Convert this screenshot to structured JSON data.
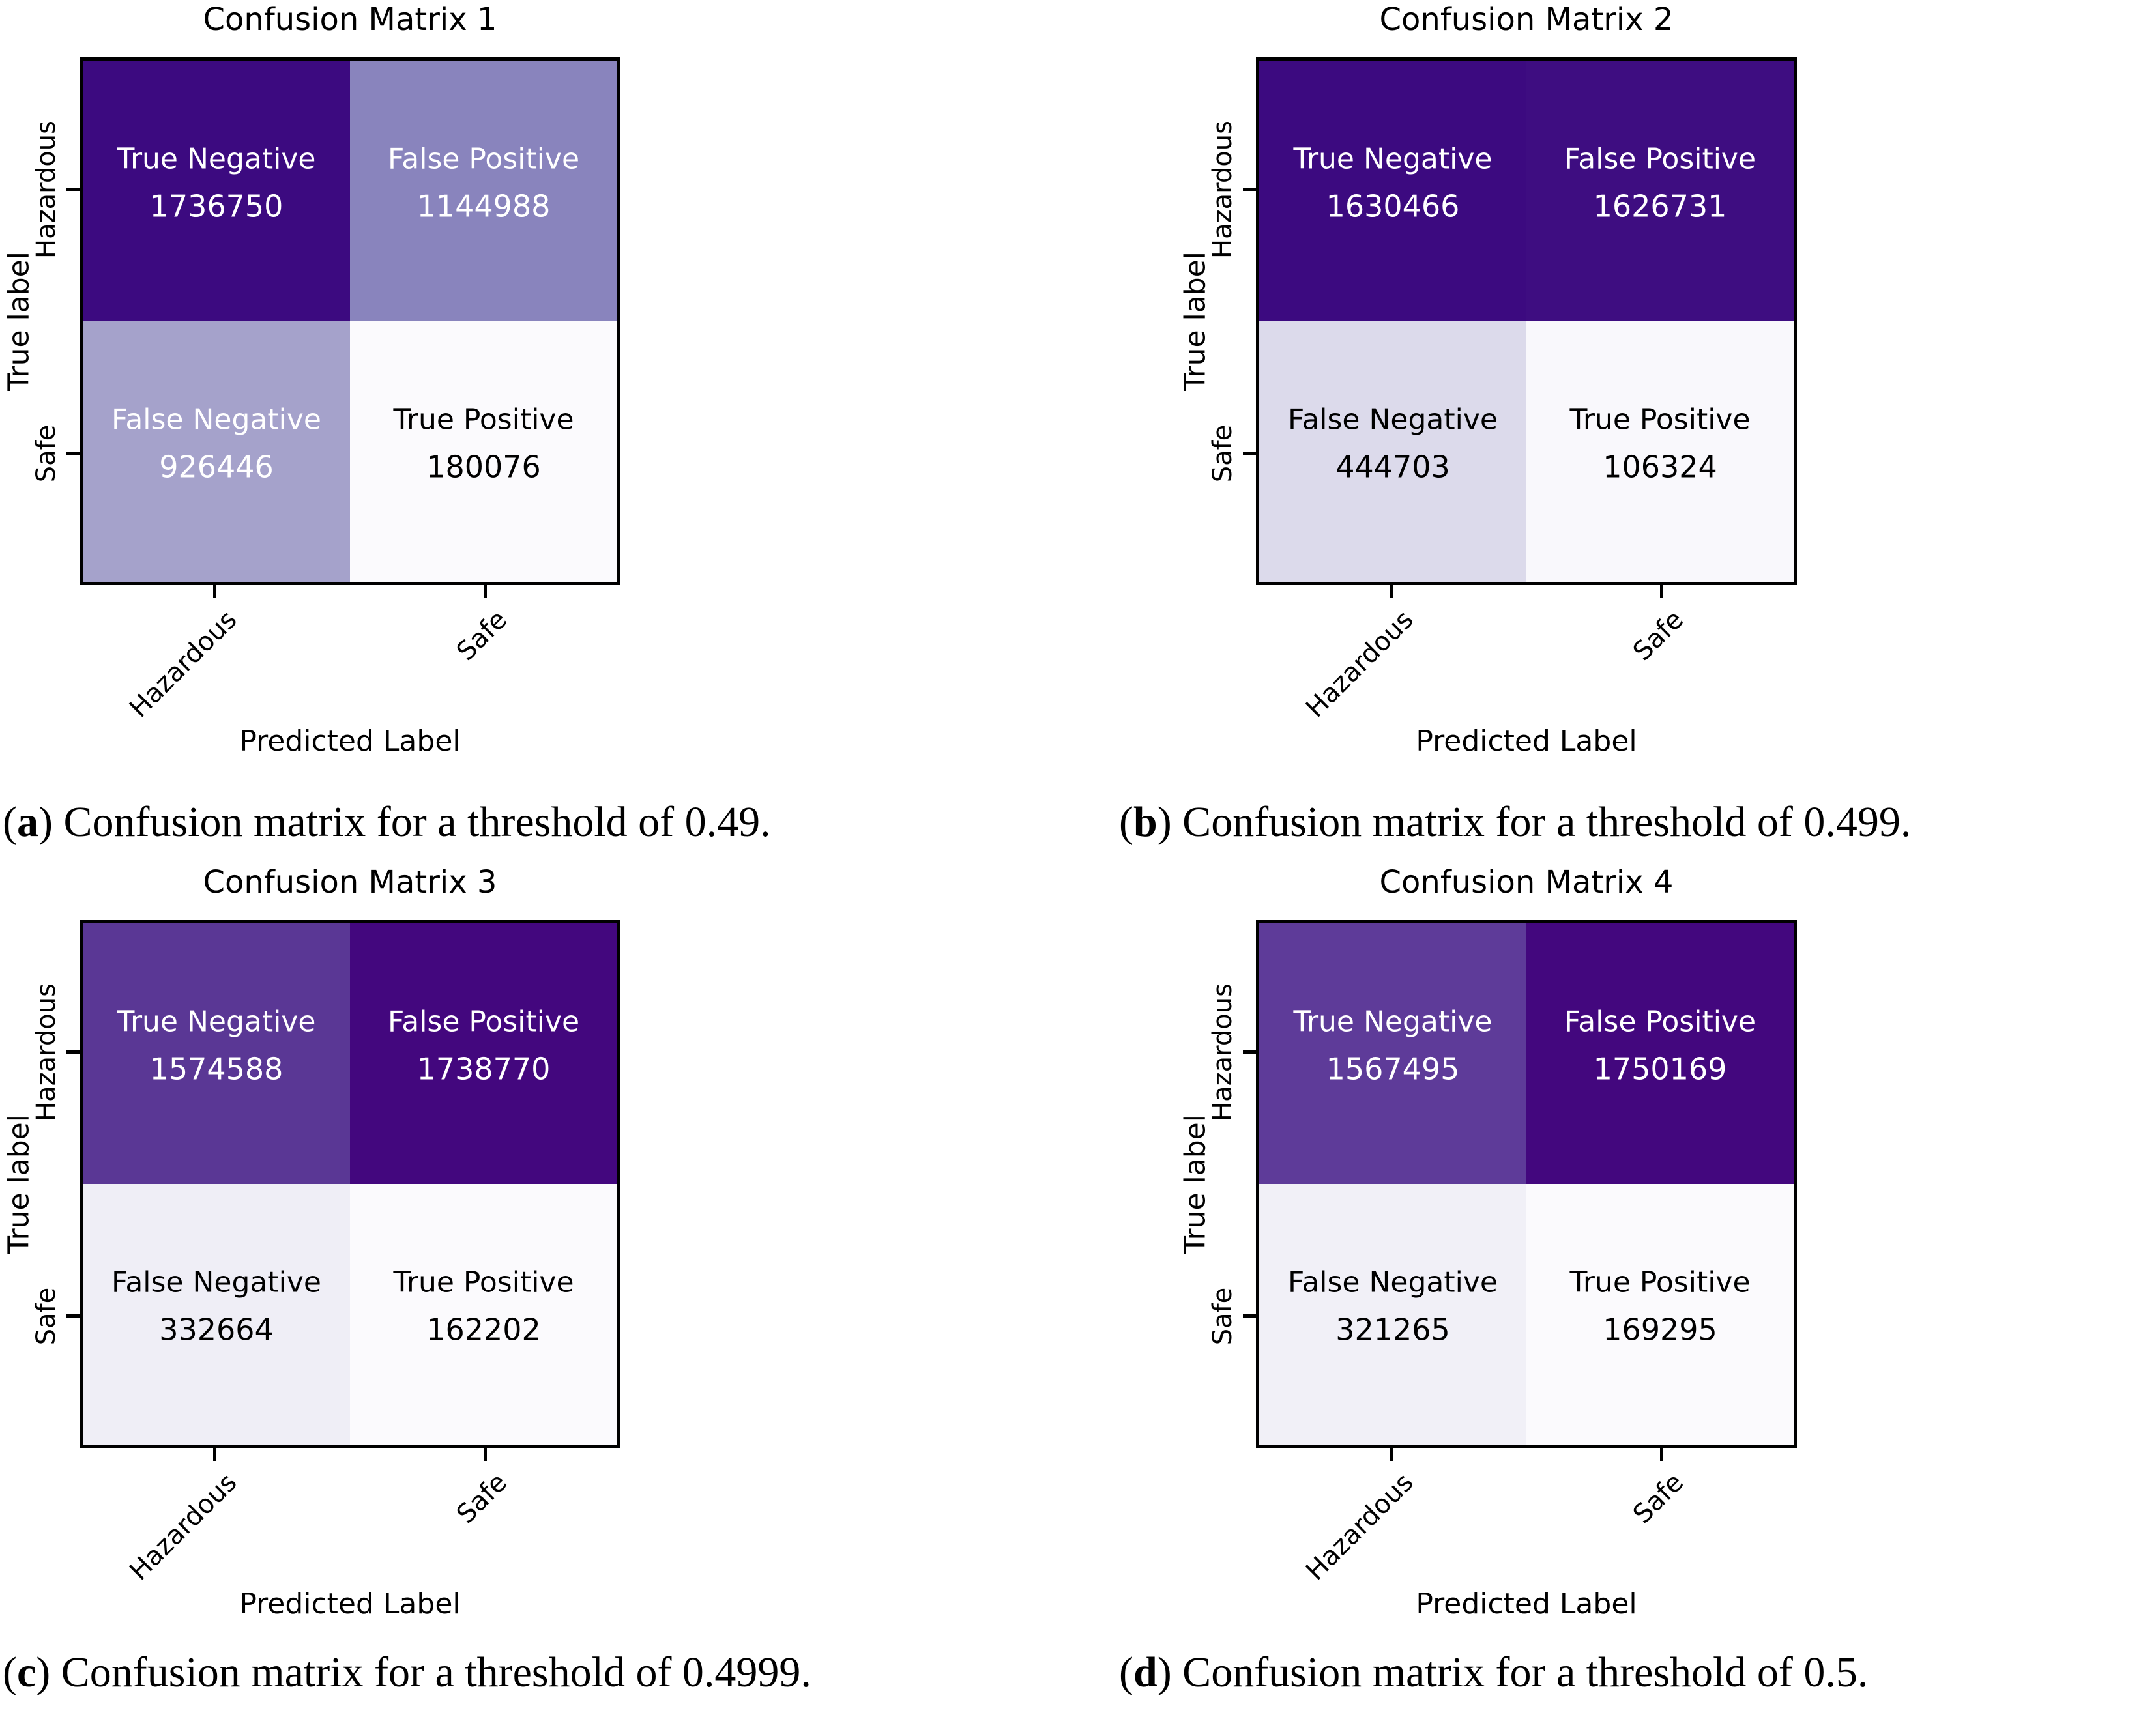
{
  "chart_data": [
    {
      "type": "heatmap",
      "title": "Confusion Matrix 1",
      "threshold": 0.49,
      "x_label": "Predicted Label",
      "y_label": "True label",
      "x_ticks": [
        "Hazardous",
        "Safe"
      ],
      "y_ticks": [
        "Hazardous",
        "Safe"
      ],
      "cell_names": [
        [
          "True Negative",
          "False Positive"
        ],
        [
          "False Negative",
          "True Positive"
        ]
      ],
      "matrix": [
        [
          1736750,
          1144988
        ],
        [
          926446,
          180076
        ]
      ],
      "caption": "(a) Confusion matrix for a threshold of 0.49."
    },
    {
      "type": "heatmap",
      "title": "Confusion Matrix 2",
      "threshold": 0.499,
      "x_label": "Predicted Label",
      "y_label": "True label",
      "x_ticks": [
        "Hazardous",
        "Safe"
      ],
      "y_ticks": [
        "Hazardous",
        "Safe"
      ],
      "cell_names": [
        [
          "True Negative",
          "False Positive"
        ],
        [
          "False Negative",
          "True Positive"
        ]
      ],
      "matrix": [
        [
          1630466,
          1626731
        ],
        [
          444703,
          106324
        ]
      ],
      "caption": "(b) Confusion matrix for a threshold of 0.499."
    },
    {
      "type": "heatmap",
      "title": "Confusion Matrix 3",
      "threshold": 0.4999,
      "x_label": "Predicted Label",
      "y_label": "True label",
      "x_ticks": [
        "Hazardous",
        "Safe"
      ],
      "y_ticks": [
        "Hazardous",
        "Safe"
      ],
      "cell_names": [
        [
          "True Negative",
          "False Positive"
        ],
        [
          "False Negative",
          "True Positive"
        ]
      ],
      "matrix": [
        [
          1574588,
          1738770
        ],
        [
          332664,
          162202
        ]
      ],
      "caption": "(c) Confusion matrix for a threshold of 0.4999."
    },
    {
      "type": "heatmap",
      "title": "Confusion Matrix 4",
      "threshold": 0.5,
      "x_label": "Predicted Label",
      "y_label": "True label",
      "x_ticks": [
        "Hazardous",
        "Safe"
      ],
      "y_ticks": [
        "Hazardous",
        "Safe"
      ],
      "cell_names": [
        [
          "True Negative",
          "False Positive"
        ],
        [
          "False Negative",
          "True Positive"
        ]
      ],
      "matrix": [
        [
          1567495,
          1750169
        ],
        [
          321265,
          169295
        ]
      ],
      "caption": "(d) Confusion matrix for a threshold of 0.5."
    }
  ],
  "panels": [
    {
      "title": "Confusion Matrix 1",
      "y_label": "True label",
      "x_label": "Predicted Label",
      "y_ticks": [
        "Hazardous",
        "Safe"
      ],
      "x_ticks": [
        "Hazardous",
        "Safe"
      ],
      "cells": [
        {
          "label": "True Negative",
          "value": "1736750",
          "bg": "#3c0a80",
          "fg": "#ffffff"
        },
        {
          "label": "False Positive",
          "value": "1144988",
          "bg": "#8984bd",
          "fg": "#ffffff"
        },
        {
          "label": "False Negative",
          "value": "926446",
          "bg": "#a5a2cb",
          "fg": "#ffffff"
        },
        {
          "label": "True Positive",
          "value": "180076",
          "bg": "#fbfafd",
          "fg": "#000000"
        }
      ],
      "caption": {
        "before": "(",
        "letter": "a",
        "after": ") Confusion matrix for a threshold of 0.49."
      }
    },
    {
      "title": "Confusion Matrix 2",
      "y_label": "True label",
      "x_label": "Predicted Label",
      "y_ticks": [
        "Hazardous",
        "Safe"
      ],
      "x_ticks": [
        "Hazardous",
        "Safe"
      ],
      "cells": [
        {
          "label": "True Negative",
          "value": "1630466",
          "bg": "#3c0a80",
          "fg": "#ffffff"
        },
        {
          "label": "False Positive",
          "value": "1626731",
          "bg": "#3e0d81",
          "fg": "#ffffff"
        },
        {
          "label": "False Negative",
          "value": "444703",
          "bg": "#dcdaeb",
          "fg": "#000000"
        },
        {
          "label": "True Positive",
          "value": "106324",
          "bg": "#f9f8fc",
          "fg": "#000000"
        }
      ],
      "caption": {
        "before": "(",
        "letter": "b",
        "after": ") Confusion matrix for a threshold of 0.499."
      }
    },
    {
      "title": "Confusion Matrix 3",
      "y_label": "True label",
      "x_label": "Predicted Label",
      "y_ticks": [
        "Hazardous",
        "Safe"
      ],
      "x_ticks": [
        "Hazardous",
        "Safe"
      ],
      "cells": [
        {
          "label": "True Negative",
          "value": "1574588",
          "bg": "#5a3795",
          "fg": "#ffffff"
        },
        {
          "label": "False Positive",
          "value": "1738770",
          "bg": "#43077e",
          "fg": "#ffffff"
        },
        {
          "label": "False Negative",
          "value": "332664",
          "bg": "#efeef6",
          "fg": "#000000"
        },
        {
          "label": "True Positive",
          "value": "162202",
          "bg": "#fbfafd",
          "fg": "#000000"
        }
      ],
      "caption": {
        "before": "(",
        "letter": "c",
        "after": ") Confusion matrix for a threshold of 0.4999."
      }
    },
    {
      "title": "Confusion Matrix 4",
      "y_label": "True label",
      "x_label": "Predicted Label",
      "y_ticks": [
        "Hazardous",
        "Safe"
      ],
      "x_ticks": [
        "Hazardous",
        "Safe"
      ],
      "cells": [
        {
          "label": "True Negative",
          "value": "1567495",
          "bg": "#5e3b99",
          "fg": "#ffffff"
        },
        {
          "label": "False Positive",
          "value": "1750169",
          "bg": "#43077e",
          "fg": "#ffffff"
        },
        {
          "label": "False Negative",
          "value": "321265",
          "bg": "#f1f0f7",
          "fg": "#000000"
        },
        {
          "label": "True Positive",
          "value": "169295",
          "bg": "#fbfafd",
          "fg": "#000000"
        }
      ],
      "caption": {
        "before": "(",
        "letter": "d",
        "after": ") Confusion matrix for a threshold of 0.5."
      }
    }
  ]
}
